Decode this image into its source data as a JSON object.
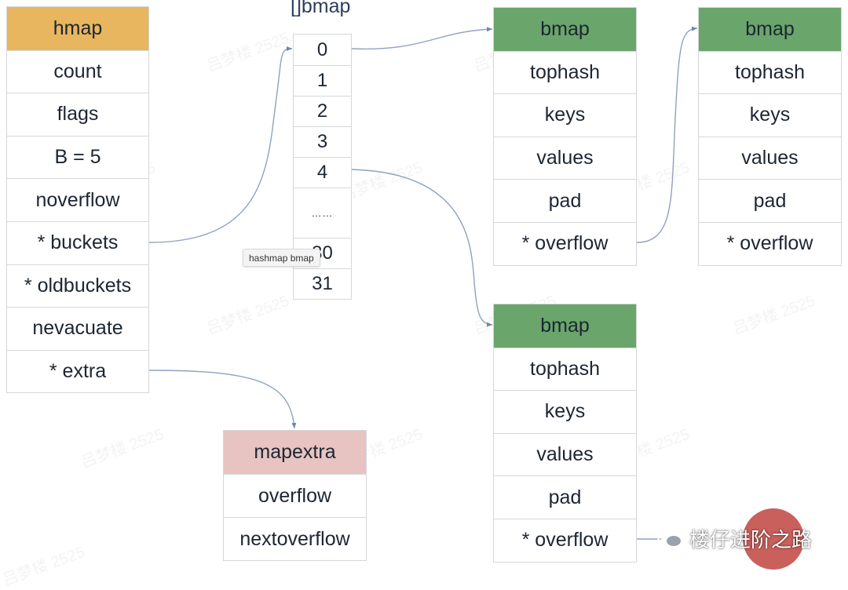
{
  "hmap": {
    "title": "hmap",
    "fields": [
      "count",
      "flags",
      "B = 5",
      "noverflow",
      "* buckets",
      "* oldbuckets",
      "nevacuate",
      "* extra"
    ]
  },
  "bucket_array": {
    "title": "[]bmap",
    "slots": [
      "0",
      "1",
      "2",
      "3",
      "4",
      "……",
      "30",
      "31"
    ]
  },
  "bmap_fields": [
    "tophash",
    "keys",
    "values",
    "pad",
    "* overflow"
  ],
  "bmaps": [
    {
      "title": "bmap"
    },
    {
      "title": "bmap"
    },
    {
      "title": "bmap"
    }
  ],
  "mapextra": {
    "title": "mapextra",
    "fields": [
      "overflow",
      "nextoverflow"
    ]
  },
  "tooltip": "hashmap bmap",
  "watermark": "吕梦楼 2525",
  "badge": "楼仔进阶之路",
  "colors": {
    "hmap_header": "#e8b65e",
    "bmap_header": "#6aa56b",
    "mapextra_header": "#e7c3c1",
    "arrow": "#8fa2bf"
  }
}
